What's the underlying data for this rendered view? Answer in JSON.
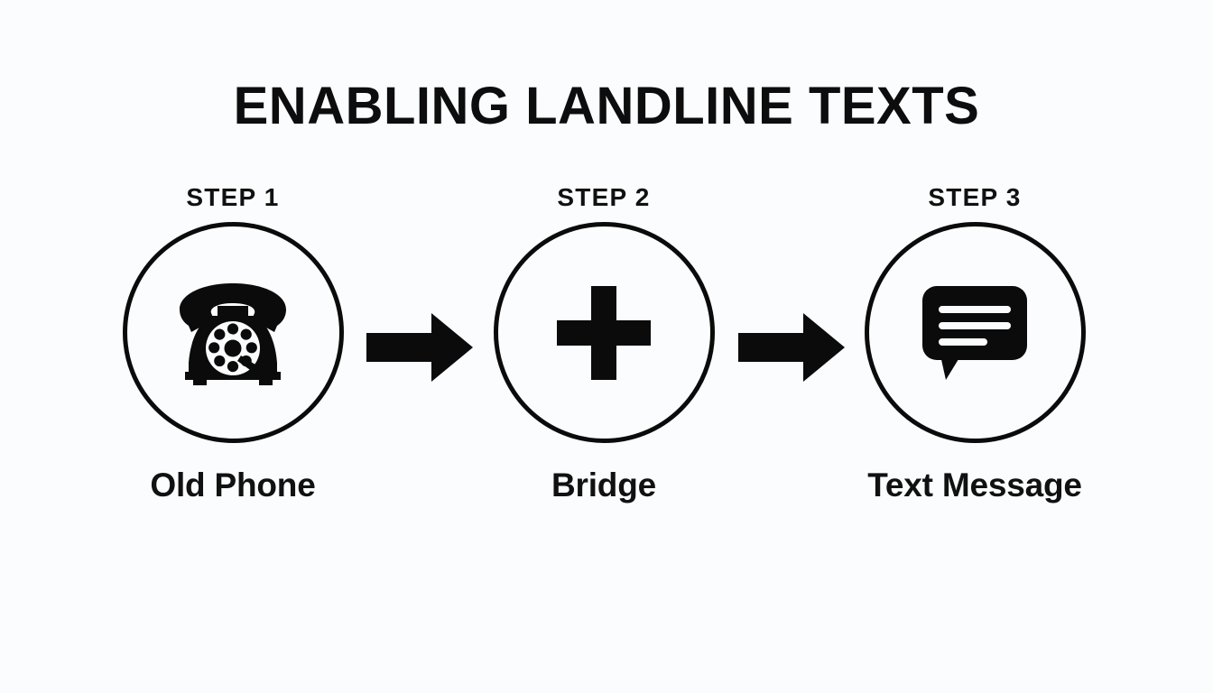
{
  "page": {
    "title": "ENABLING LANDLINE TEXTS",
    "background_color": "#fbfcfd",
    "foreground_color": "#0d0d0d"
  },
  "steps": [
    {
      "label": "STEP 1",
      "caption": "Old Phone",
      "icon": "rotary-telephone-icon"
    },
    {
      "label": "STEP 2",
      "caption": "Bridge",
      "icon": "plus-icon"
    },
    {
      "label": "STEP 3",
      "caption": "Text Message",
      "icon": "speech-bubble-icon"
    }
  ],
  "connectors": [
    {
      "icon": "arrow-right-icon"
    },
    {
      "icon": "arrow-right-icon"
    }
  ]
}
